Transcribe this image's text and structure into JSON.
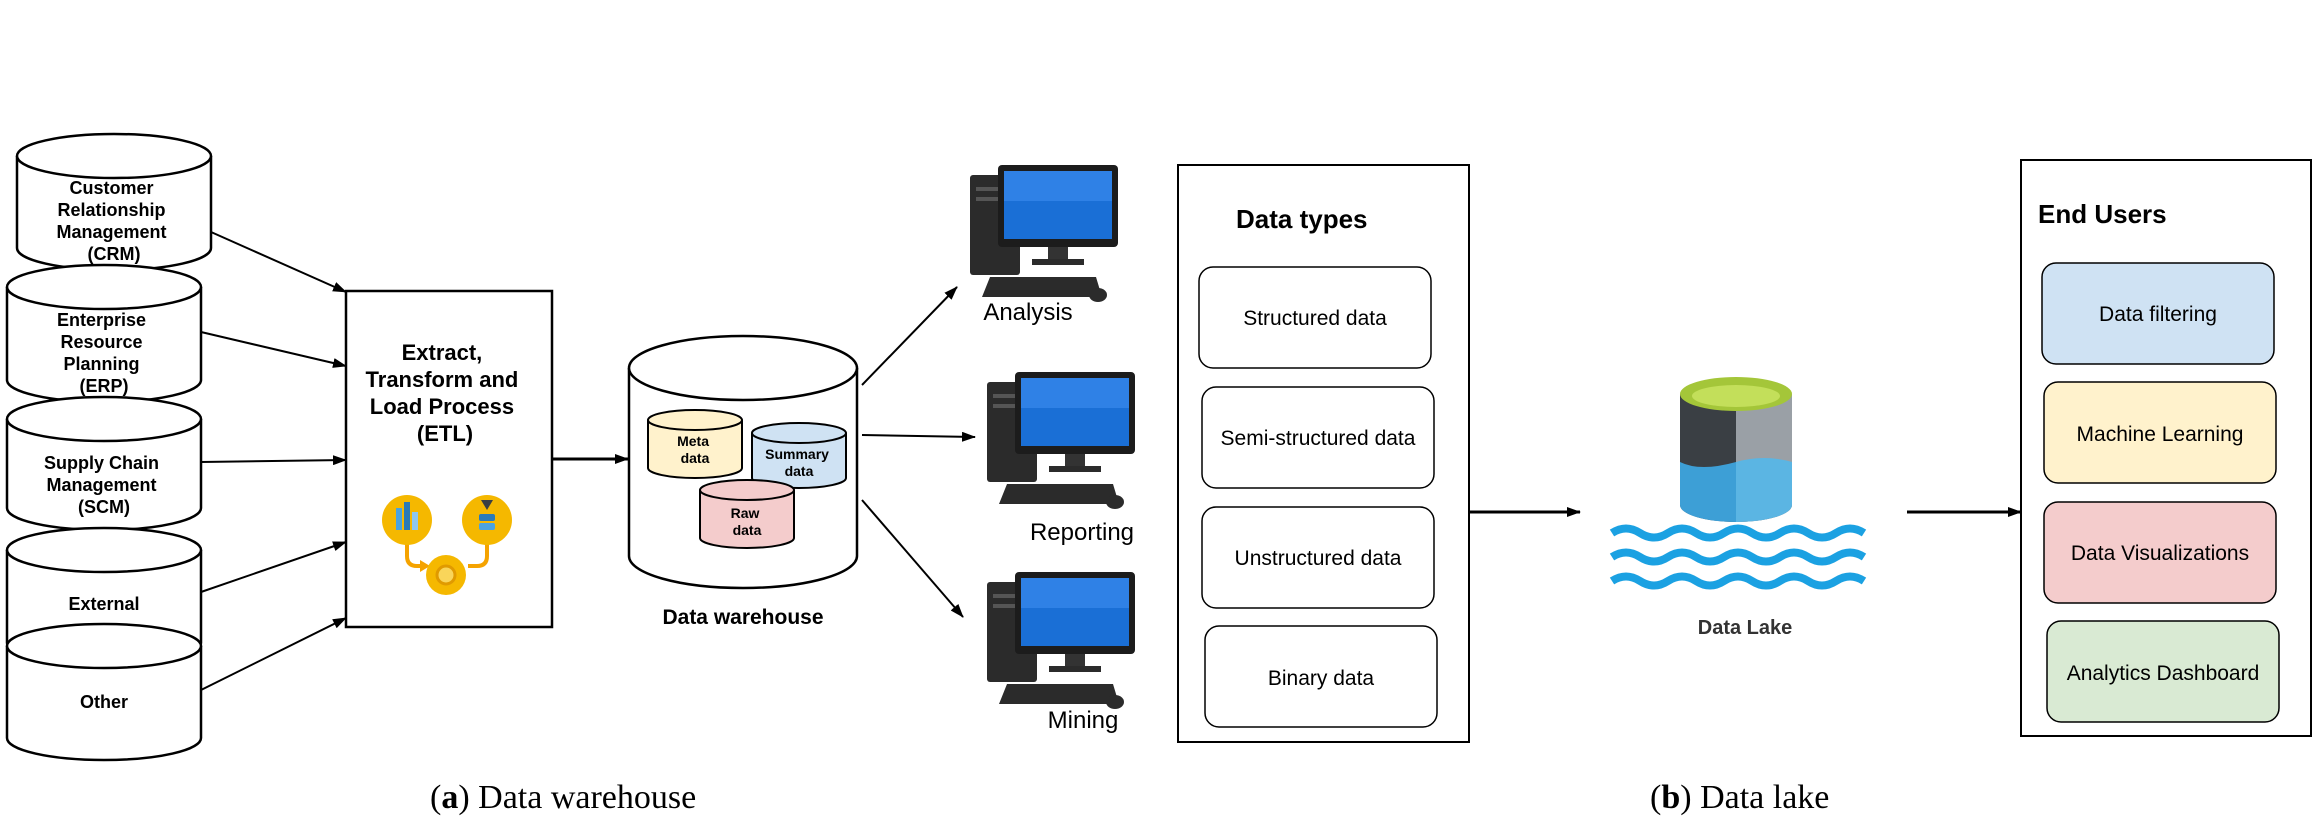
{
  "warehouse_panel": {
    "sources": [
      {
        "lines": [
          "Customer",
          "Relationship",
          "Management",
          "(CRM)"
        ]
      },
      {
        "lines": [
          "Enterprise",
          "Resource",
          "Planning",
          "(ERP)"
        ]
      },
      {
        "lines": [
          "Supply Chain",
          "Management",
          "(SCM)"
        ]
      },
      {
        "lines": [
          "External"
        ]
      },
      {
        "lines": [
          "Other"
        ]
      }
    ],
    "etl": {
      "lines": [
        "Extract,",
        "Transform and",
        "Load Process",
        "(ETL)"
      ]
    },
    "warehouse": {
      "label": "Data warehouse",
      "meta": [
        "Meta",
        "data"
      ],
      "summary": [
        "Summary",
        "data"
      ],
      "raw": [
        "Raw",
        "data"
      ]
    },
    "outputs": [
      "Analysis",
      "Reporting",
      "Mining"
    ],
    "caption": {
      "letter": "a",
      "text": "Data warehouse"
    }
  },
  "lake_panel": {
    "data_types": {
      "heading": "Data types",
      "items": [
        "Structured data",
        "Semi-structured data",
        "Unstructured data",
        "Binary data"
      ]
    },
    "lake": {
      "label": "Data Lake"
    },
    "end_users": {
      "heading": "End Users",
      "items": [
        {
          "label": "Data filtering",
          "color": "#cfe2f3"
        },
        {
          "label": "Machine Learning",
          "color": "#fff2cc"
        },
        {
          "label": "Data Visualizations",
          "color": "#f4cccc"
        },
        {
          "label": "Analytics Dashboard",
          "color": "#d9ead3"
        }
      ]
    },
    "caption": {
      "letter": "b",
      "text": "Data lake"
    }
  },
  "colors": {
    "meta": "#fff2cc",
    "summary": "#cfe2f3",
    "raw": "#f4cccc",
    "lake_top": "#a4c639",
    "lake_dark": "#3a3f44",
    "lake_grey": "#9aa0a6",
    "lake_blue": "#3d9fd6",
    "lake_blue_light": "#5bb5e3",
    "water": "#1ba1e2",
    "etl_icon": "#f5b800"
  }
}
